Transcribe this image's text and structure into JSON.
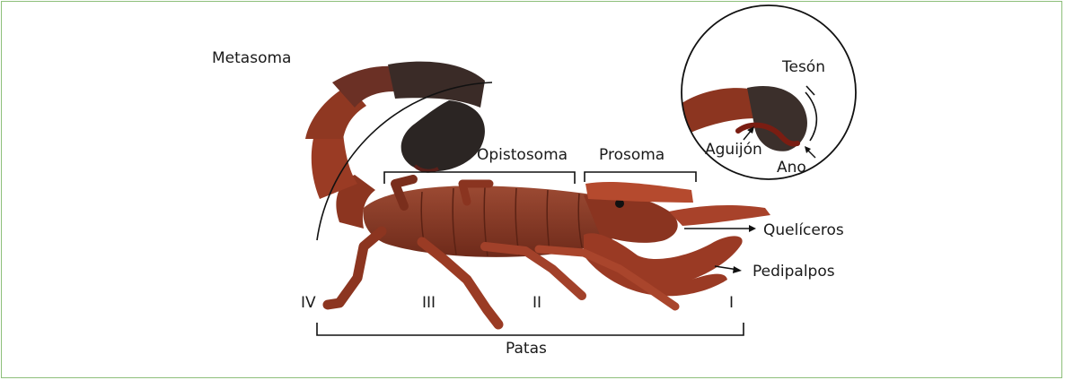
{
  "colors": {
    "border": "#8dbf7a",
    "body_dark": "#7a3020",
    "body_mid": "#9c3f28",
    "body_light": "#c0583a",
    "tail_black": "#2b2523",
    "line": "#111111"
  },
  "labels": {
    "metasoma": "Metasoma",
    "opistosoma": "Opistosoma",
    "prosoma": "Prosoma",
    "queliceros": "Quelíceros",
    "pedipalpos": "Pedipalpos",
    "patas": "Patas",
    "leg_iv": "IV",
    "leg_iii": "III",
    "leg_ii": "II",
    "leg_i": "I"
  },
  "inset": {
    "teson": "Tesón",
    "aguijon": "Aguijón",
    "ano": "Ano"
  }
}
